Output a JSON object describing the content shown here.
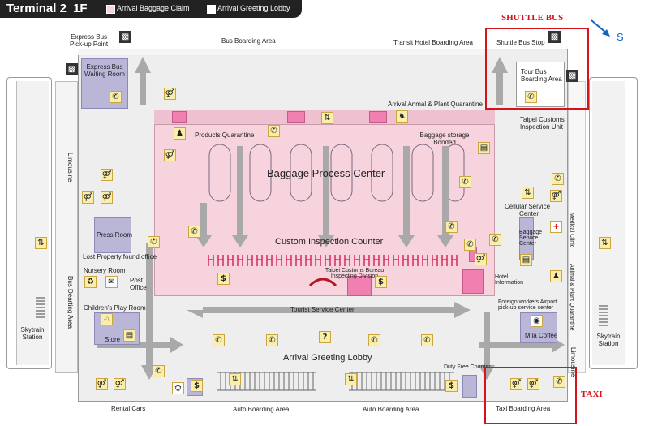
{
  "header": {
    "terminal": "Terminal 2",
    "floor": "1F",
    "legend_claim": "Arrival Baggage Claim",
    "legend_lobby": "Arrival Greeting Lobby",
    "legend_claim_color": "#f7d3de",
    "legend_lobby_color": "#ffffff"
  },
  "compass": {
    "label": "S",
    "color": "#1565c0"
  },
  "areas": {
    "bus_boarding": "Bus Boarding Area",
    "transit_hotel": "Transit Hotel Boarding Area",
    "shuttle_bus_stop": "Shuttle Bus Stop",
    "tour_bus_1": "Tour Bus",
    "tour_bus_2": "Boarding Area",
    "express_pickup_1": "Express Bus",
    "express_pickup_2": "Pick-up Point",
    "express_waiting_1": "Express Bus",
    "express_waiting_2": "Waiting Room",
    "animal_plant": "Arrival Anmal & Plant Quarantine",
    "tpe_customs_1": "Taipei Customs",
    "tpe_customs_2": "Inspection Unit",
    "products_quarantine": "Products Quarantine",
    "baggage_storage_1": "Baggage storage",
    "baggage_storage_2": "Bonded",
    "baggage_process": "Baggage Process Center",
    "custom_inspection": "Custom Inspection Counter",
    "limousine_left": "Limousine",
    "press_room": "Press Room",
    "lost_property": "Lost Property found office",
    "nursery": "Nursery Room",
    "post_office_1": "Post",
    "post_office_2": "Office",
    "childrens_play": "Children's Play Room",
    "store": "Store",
    "bus_dearting": "Bus Dearting Area",
    "skytrain_left_1": "Skytrain",
    "skytrain_left_2": "Station",
    "customs_bureau_1": "Taipei Customs Bureau",
    "customs_bureau_2": "Inspecting Division",
    "tourist_service": "Tourist Service Center",
    "arrival_lobby": "Arrival Greeting Lobby",
    "cellular_1": "Cellular Service",
    "cellular_2": "Center",
    "baggage_service_1": "Baggage",
    "baggage_service_2": "Service",
    "baggage_service_3": "Center",
    "medical_clinic": "Medical Clinic",
    "animal_plant_quarantine": "Animal & Plant Quarantine",
    "hotel_info_1": "Hotel",
    "hotel_info_2": "Information",
    "foreign_workers_1": "Foreign workers Airport",
    "foreign_workers_2": "pick-up service center",
    "mila_coffee": "Mila Coffee",
    "limousine_right": "Limousine",
    "skytrain_right_1": "Skytrain",
    "skytrain_right_2": "Station",
    "duty_free": "Duty Free Counter",
    "rental_cars": "Rental Cars",
    "auto_boarding_1": "Auto Boarding Area",
    "auto_boarding_2": "Auto Boarding Area",
    "taxi_boarding": "Taxi Boarding Area"
  },
  "annotations": {
    "shuttle_bus": "SHUTTLE BUS",
    "taxi": "TAXI",
    "color": "#d4131b"
  },
  "icons": {
    "bus": "bus-icon",
    "phone": "phone-icon",
    "restroom": "restroom-icon",
    "atm": "atm-icon",
    "info": "information-icon",
    "gift": "gift-icon",
    "elevator": "elevator-icon",
    "mail": "mail-icon",
    "dollar": "money-exchange-icon",
    "taxi": "taxi-icon",
    "medical": "first-aid-icon",
    "dog": "quarantine-dog-icon",
    "restaurant": "restaurant-icon",
    "officer": "officer-icon"
  }
}
